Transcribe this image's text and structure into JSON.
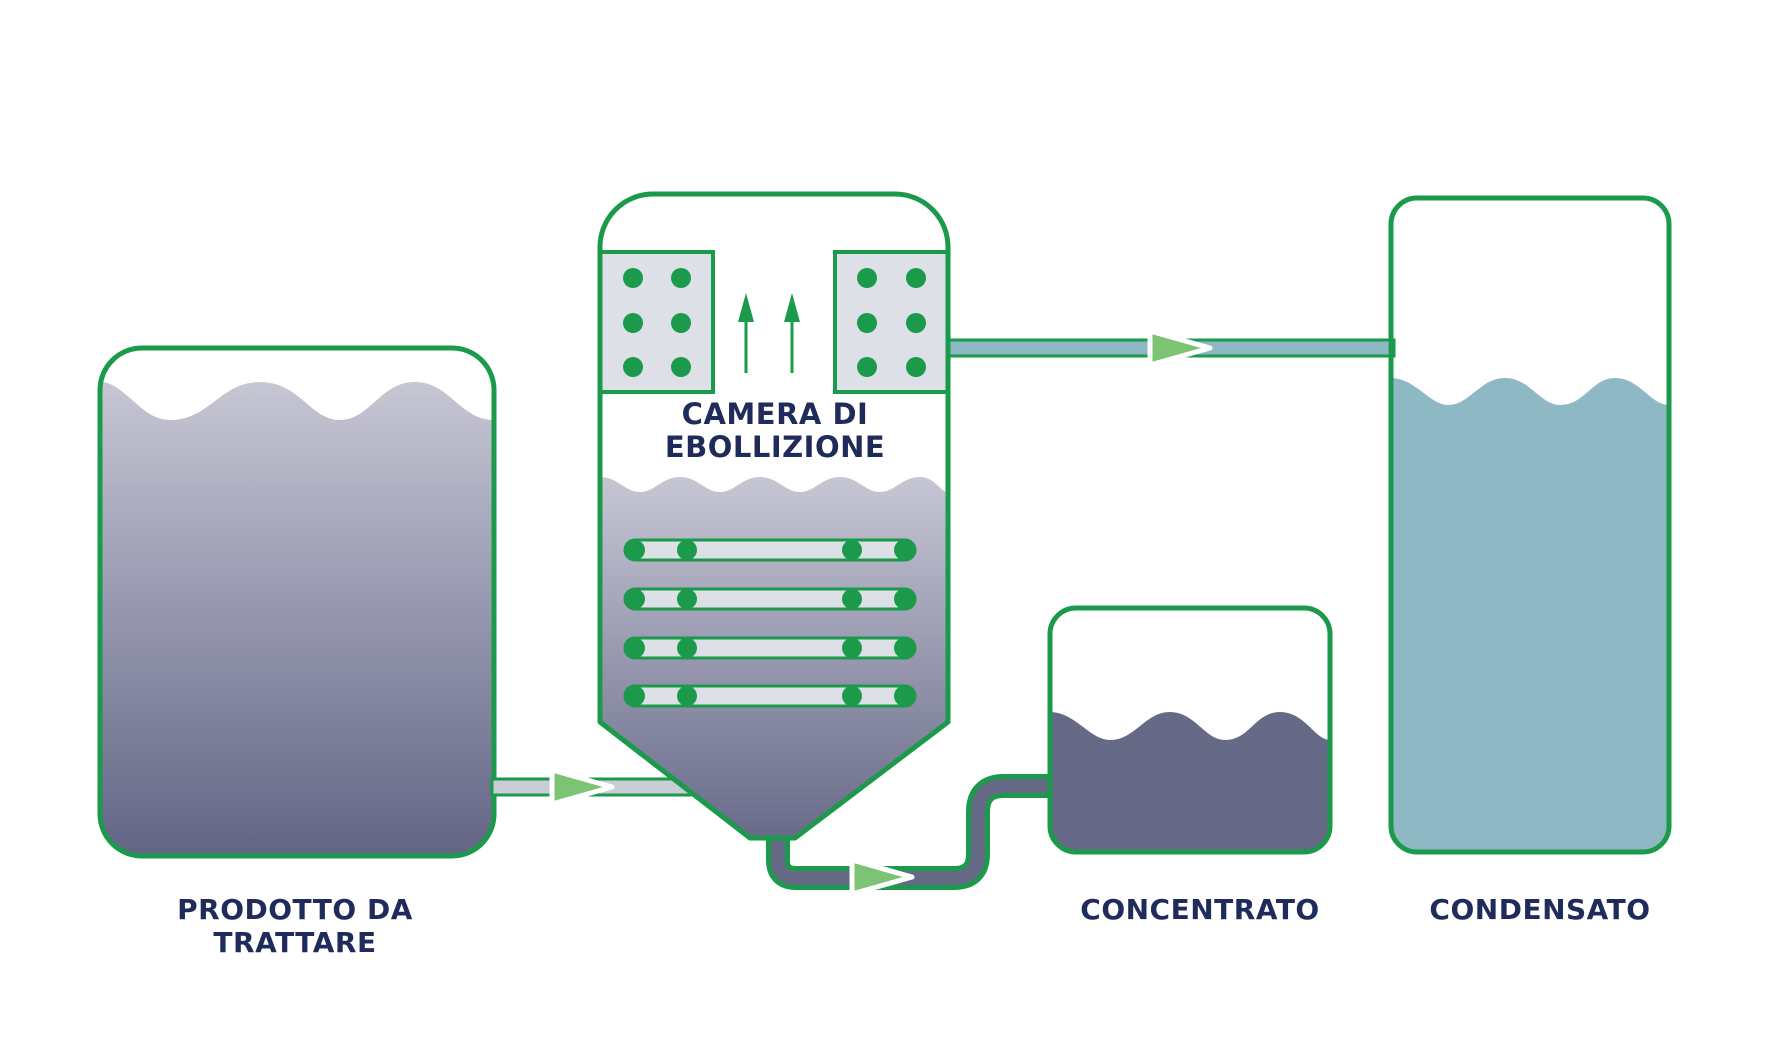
{
  "labels": {
    "feed_line1": "PRODOTTO DA",
    "feed_line2": "TRATTARE",
    "chamber_line1": "CAMERA DI",
    "chamber_line2": "EBOLLIZIONE",
    "concentrate": "CONCENTRATO",
    "condensate": "CONDENSATO"
  },
  "colors": {
    "outline": "#1a9a4a",
    "liquid_top": "#c6c6d4",
    "liquid_bottom": "#636585",
    "concentrate": "#666a87",
    "condensate": "#8db8c4",
    "arrow": "#7cc474",
    "pipe_light": "#c9cdd6",
    "pipe_teal": "#8db8c4",
    "pipe_dark": "#666a87",
    "label": "#1f2b5b"
  }
}
